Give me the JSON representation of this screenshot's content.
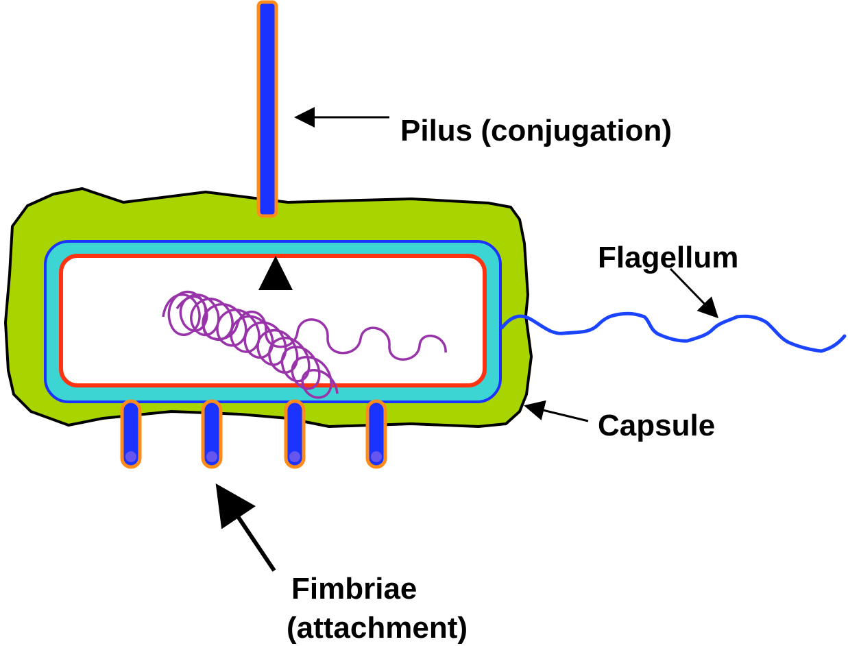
{
  "labels": {
    "pilus": "Pilus (conjugation)",
    "flagellum": "Flagellum",
    "capsule": "Capsule",
    "fimbriae_line1": "Fimbriae",
    "fimbriae_line2": "(attachment)"
  },
  "colors": {
    "capsule_fill": "#a8d400",
    "cell_wall_fill": "#3dd4d4",
    "cell_wall_stroke": "#1a33ff",
    "membrane_stroke": "#ff3311",
    "cytoplasm_fill": "#ffffff",
    "dna": "#9933aa",
    "appendage_fill": "#1a33ff",
    "appendage_stroke": "#ff8c1a",
    "flagellum": "#1a44ff",
    "outline": "#000000"
  }
}
